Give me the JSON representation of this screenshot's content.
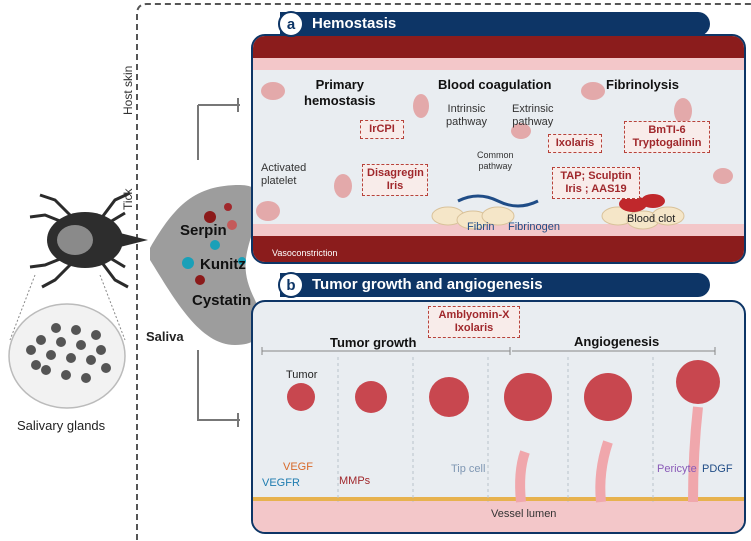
{
  "side": {
    "host_skin": "Host skin",
    "tick": "Tick",
    "saliva": "Saliva",
    "salivary_glands": "Salivary glands",
    "serpin": "Serpin",
    "kunitz": "Kunitz",
    "cystatin": "Cystatin"
  },
  "panel_a": {
    "letter": "a",
    "title": "Hemostasis",
    "primary_hemostasis": "Primary\nhemostasis",
    "blood_coagulation": "Blood coagulation",
    "fibrinolysis": "Fibrinolysis",
    "intrinsic": "Intrinsic\npathway",
    "extrinsic": "Extrinsic\npathway",
    "common": "Common\npathway",
    "activated_platelet": "Activated\nplatelet",
    "fibrin": "Fibrin",
    "fibrinogen": "Fibrinogen",
    "blood_clot": "Blood clot",
    "vasoconstriction": "Vasoconstriction",
    "inhibitors": {
      "ircpi": "IrCPI",
      "ixolaris": "Ixolaris",
      "disagregin": "Disagregin\nIris",
      "tap": "TAP; Sculptin\nIris ; AAS19",
      "bmti": "BmTI-6\nTryptogalinin"
    }
  },
  "panel_b": {
    "letter": "b",
    "title": "Tumor growth and angiogenesis",
    "tumor_growth": "Tumor growth",
    "angiogenesis": "Angiogenesis",
    "inhibitor": "Amblyomin-X\nIxolaris",
    "tumor": "Tumor",
    "vegf": "VEGF",
    "vegfr": "VEGFR",
    "mmps": "MMPs",
    "tip_cell": "Tip cell",
    "pericyte": "Pericyte",
    "pdgf": "PDGF",
    "vessel_lumen": "Vessel lumen"
  },
  "colors": {
    "navy": "#0d3566",
    "inhibitor_red": "#a0282c",
    "vessel_pink": "#f3c7c9",
    "tumor_red": "#c8474f",
    "teal": "#1aa0b8"
  }
}
